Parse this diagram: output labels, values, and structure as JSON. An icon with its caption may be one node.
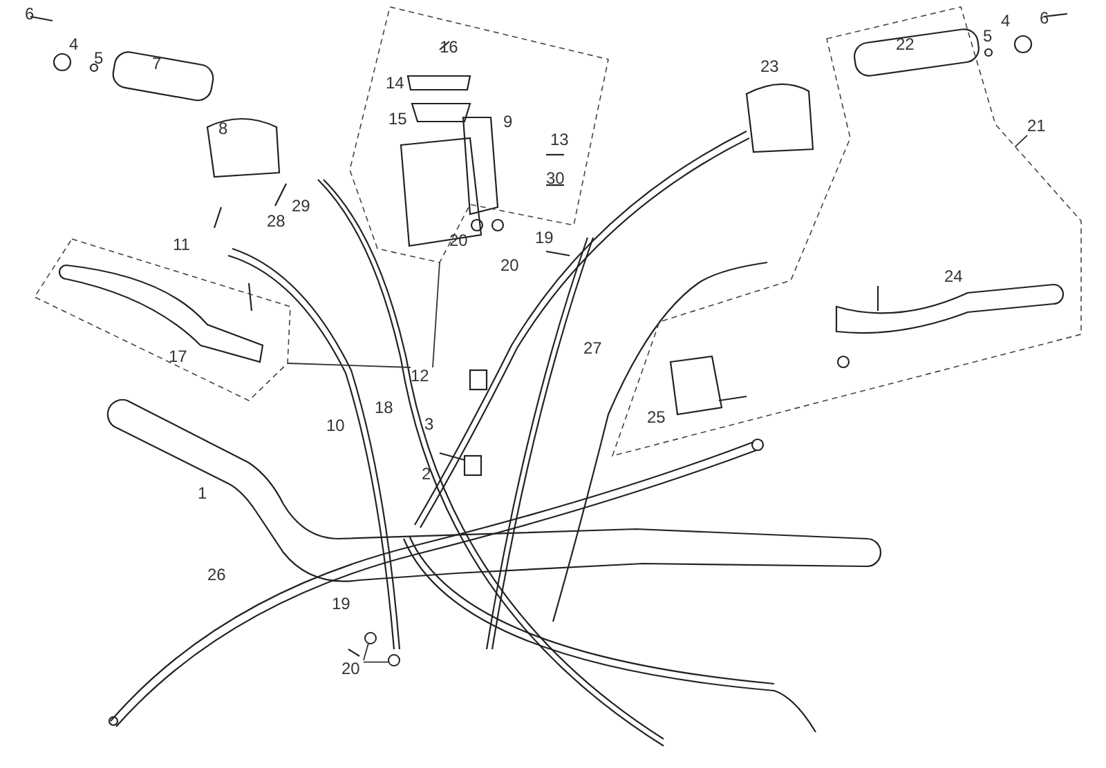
{
  "diagram": {
    "nodes": [
      {
        "text": [
          "12"
        ]
      },
      {
        "text": [],
        "shape": "box"
      },
      {
        "text": [],
        "shape": "box"
      },
      {
        "text": [
          "21"
        ]
      },
      {
        "text": [],
        "shape": "box"
      },
      {
        "text": [
          "20"
        ]
      },
      {
        "text": [],
        "shape": "circle"
      },
      {
        "text": [],
        "shape": "circle"
      }
    ],
    "edges": [
      {
        "from": 0,
        "to": 1,
        "arrow": "none"
      },
      {
        "from": 0,
        "to": 2,
        "arrow": "none"
      },
      {
        "from": 3,
        "to": 4,
        "arrow": "none"
      },
      {
        "from": 5,
        "to": 6,
        "arrow": "none"
      },
      {
        "from": 5,
        "to": 7,
        "arrow": "none"
      }
    ],
    "labels": [
      "6",
      "4",
      "5",
      "7",
      "8",
      "16",
      "14",
      "15",
      "9",
      "13",
      "30",
      "29",
      "28",
      "11",
      "20",
      "20",
      "19",
      "17",
      "23",
      "22",
      "5",
      "4",
      "6",
      "24",
      "25",
      "27",
      "10",
      "18",
      "3",
      "2",
      "1",
      "26",
      "19"
    ]
  }
}
